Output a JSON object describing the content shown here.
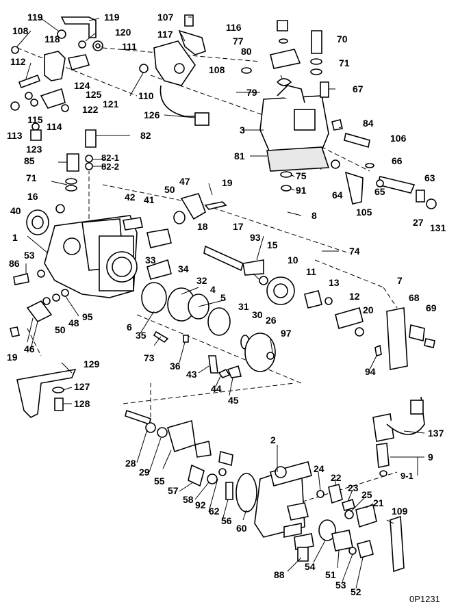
{
  "figure_code": "0P1231",
  "callouts": [
    "119",
    "119",
    "108",
    "118",
    "120",
    "111",
    "112",
    "124",
    "125",
    "121",
    "122",
    "110",
    "115",
    "114",
    "113",
    "123",
    "107",
    "117",
    "116",
    "77",
    "70",
    "80",
    "108",
    "71",
    "79",
    "67",
    "3",
    "84",
    "106",
    "126",
    "82",
    "82-1",
    "82-2",
    "85",
    "81",
    "66",
    "75",
    "91",
    "63",
    "71",
    "47",
    "19",
    "50",
    "64",
    "65",
    "105",
    "27",
    "131",
    "16",
    "42",
    "41",
    "40",
    "18",
    "17",
    "8",
    "93",
    "1",
    "74",
    "86",
    "53",
    "33",
    "15",
    "10",
    "34",
    "32",
    "11",
    "13",
    "4",
    "12",
    "7",
    "68",
    "69",
    "95",
    "5",
    "31",
    "30",
    "20",
    "50",
    "48",
    "26",
    "97",
    "6",
    "35",
    "94",
    "19",
    "46",
    "73",
    "36",
    "43",
    "44",
    "45",
    "129",
    "127",
    "128",
    "137",
    "2",
    "9",
    "28",
    "29",
    "55",
    "9-1",
    "24",
    "22",
    "57",
    "58",
    "92",
    "62",
    "56",
    "60",
    "23",
    "25",
    "21",
    "109",
    "88",
    "54",
    "51",
    "53",
    "52"
  ]
}
